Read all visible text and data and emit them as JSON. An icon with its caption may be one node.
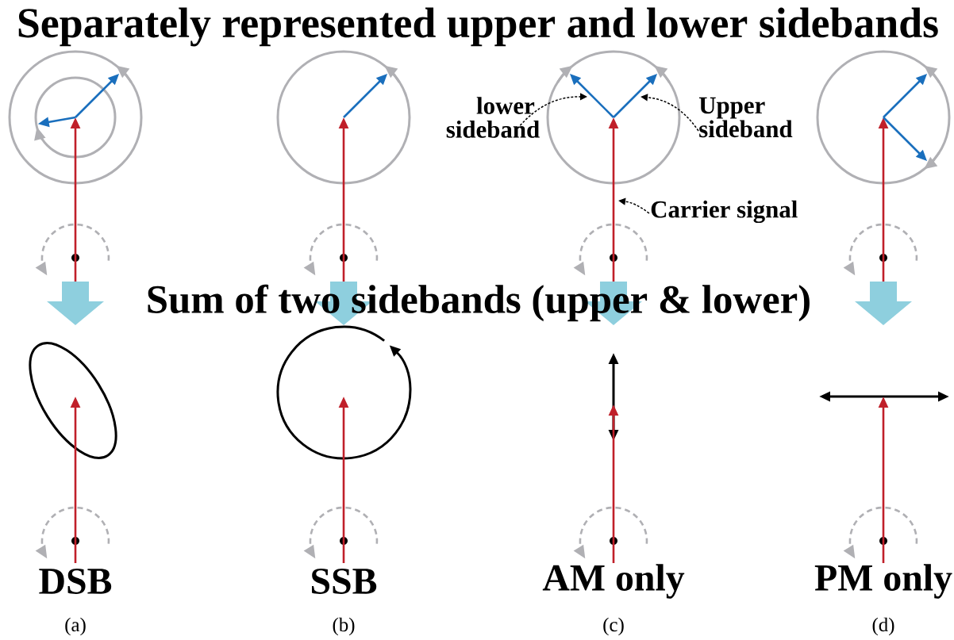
{
  "diagram": {
    "title": "Separately represented upper and lower sidebands",
    "nodes": [
      {
        "text": [
          "lower sideband"
        ]
      },
      {
        "text": [
          "Upper sideband"
        ]
      },
      {
        "text": [
          "Carrier signal"
        ]
      },
      {
        "text": [],
        "shape": "arrow"
      },
      {
        "text": [],
        "shape": "arrow"
      },
      {
        "text": [],
        "shape": "arrow"
      }
    ],
    "edges": [
      {
        "from": 0,
        "to": 3,
        "arrow": "to",
        "style": "dashed"
      },
      {
        "from": 1,
        "to": 4,
        "arrow": "to",
        "style": "dashed"
      },
      {
        "from": 2,
        "to": 5,
        "arrow": "to",
        "style": "dashed"
      }
    ],
    "labels": [
      "Sum of two sidebands (upper & lower)",
      "DSB",
      "SSB",
      "AM only",
      "PM only",
      "(a)",
      "(b)",
      "(c)",
      "(d)"
    ]
  }
}
